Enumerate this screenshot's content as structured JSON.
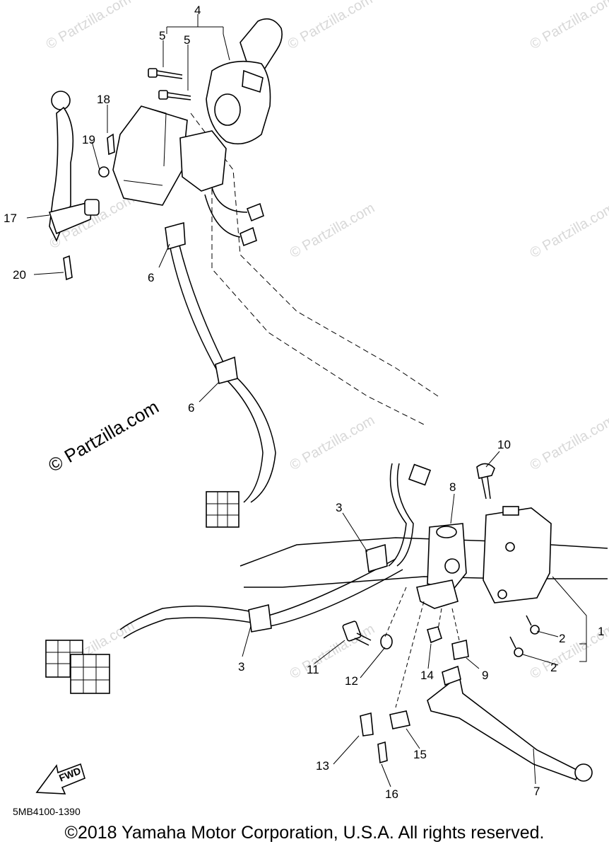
{
  "diagram": {
    "callouts": [
      "1",
      "2",
      "2",
      "3",
      "3",
      "4",
      "5",
      "5",
      "6",
      "6",
      "7",
      "8",
      "9",
      "10",
      "11",
      "12",
      "13",
      "14",
      "15",
      "16",
      "17",
      "18",
      "19",
      "20"
    ],
    "watermark_small": "© Partzilla.com",
    "watermark_large": "© Partzilla.com",
    "fwd_label": "FWD",
    "diagram_code": "5MB4100-1390"
  },
  "footer": {
    "copyright": "©2018 Yamaha Motor Corporation, U.S.A. All rights reserved."
  }
}
